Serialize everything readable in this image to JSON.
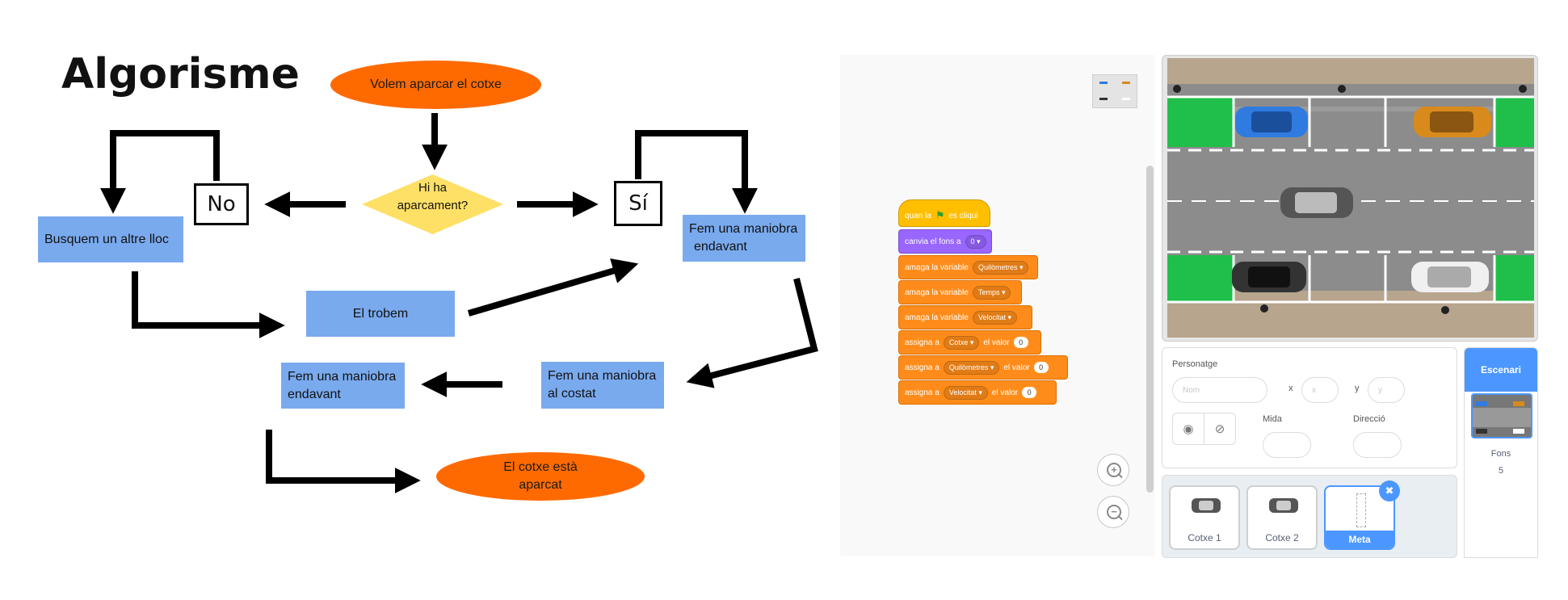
{
  "flowchart": {
    "title": "Algorisme",
    "start": "Volem aparcar el cotxe",
    "decision": [
      "Hi ha",
      "aparcament?"
    ],
    "answer_no": "No",
    "answer_yes": "Sí",
    "look_elsewhere": "Busquem un altre lloc",
    "found_it": "El trobem",
    "forward_right": [
      "Fem una maniobra",
      "endavant"
    ],
    "sideways": [
      "Fem una maniobra",
      "al costat"
    ],
    "forward_left": [
      "Fem una maniobra",
      "endavant"
    ],
    "end": [
      "El cotxe està",
      "aparcat"
    ],
    "colors": {
      "terminal": "#ff6a00",
      "process": "#7aaaee",
      "decision": "#ffe066",
      "arrow": "#000000"
    }
  },
  "editor": {
    "script": {
      "hat": {
        "prefix": "quan la",
        "icon": "green-flag-icon",
        "suffix": "es cliqui"
      },
      "backdrop": {
        "label": "canvia el fons a",
        "value": "0"
      },
      "hide_var_1": {
        "label": "amaga la variable",
        "value": "Quilòmetres"
      },
      "hide_var_2": {
        "label": "amaga la variable",
        "value": "Temps"
      },
      "hide_var_3": {
        "label": "amaga la variable",
        "value": "Velocitat"
      },
      "set_1": {
        "label": "assigna a",
        "var": "Cotxe",
        "to": "el valor",
        "value": "0"
      },
      "set_2": {
        "label": "assigna a",
        "var": "Quilòmetres",
        "to": "el valor",
        "value": "0"
      },
      "set_3": {
        "label": "assigna a",
        "var": "Velocitat",
        "to": "el valor",
        "value": "0"
      }
    },
    "zoom_in_symbol": "+",
    "zoom_out_symbol": "−"
  },
  "sprite_info": {
    "title": "Personatge",
    "name_placeholder": "Nom",
    "x_label": "x",
    "x_placeholder": "x",
    "y_label": "y",
    "y_placeholder": "y",
    "size_label": "Mida",
    "direction_label": "Direcció",
    "show_icon": "eye-icon",
    "hide_icon": "eye-slash-icon"
  },
  "sprites": [
    {
      "name": "Cotxe 1"
    },
    {
      "name": "Cotxe 2"
    },
    {
      "name": "Meta",
      "selected": true
    }
  ],
  "stage_pane": {
    "header": "Escenari",
    "backdrops_label": "Fons",
    "backdrops_count": "5"
  },
  "stage_colors": {
    "grass": "#1fbf4a",
    "road": "#8c8c8c",
    "sidewalk": "#b7a58d",
    "car_blue": "#2f7be0",
    "car_orange": "#d98a1c",
    "car_black": "#333333",
    "car_white": "#f0f0f0",
    "car_gray": "#555555"
  }
}
